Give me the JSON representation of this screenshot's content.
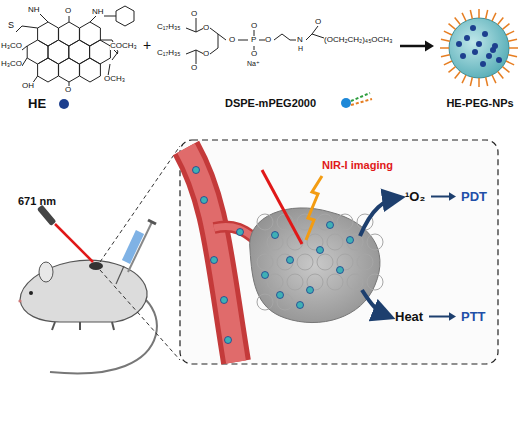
{
  "diagram": {
    "nodes": [
      {
        "text": [
          "HE"
        ]
      },
      {
        "text": [
          "DSPE-mPEG2000"
        ]
      },
      {
        "text": [
          "HE-PEG-NPs"
        ]
      },
      {
        "text": [
          "¹O₂"
        ]
      },
      {
        "text": [
          "PDT"
        ]
      },
      {
        "text": [
          "Heat"
        ]
      },
      {
        "text": [
          "PTT"
        ]
      }
    ],
    "edges": [
      {
        "from": 1,
        "to": 2,
        "arrow": "to"
      },
      {
        "from": 3,
        "to": 4,
        "arrow": "to"
      },
      {
        "from": 5,
        "to": 6,
        "arrow": "to"
      }
    ],
    "labels": [
      "S",
      "NH",
      "O",
      "NH",
      "H₃CO",
      "H₃CO",
      "OH",
      "O",
      "COCH₃",
      "OCH₃",
      "+",
      "C₁₇H₃₅",
      "O",
      "O",
      "C₁₇H₃₅",
      "O",
      "O",
      "O",
      "P",
      "O",
      "O",
      "Na⁺",
      "O",
      "N",
      "H",
      "O",
      "(OCH₂CH₂)₄₅OCH₃",
      "671 nm",
      "NIR-I imaging"
    ]
  }
}
